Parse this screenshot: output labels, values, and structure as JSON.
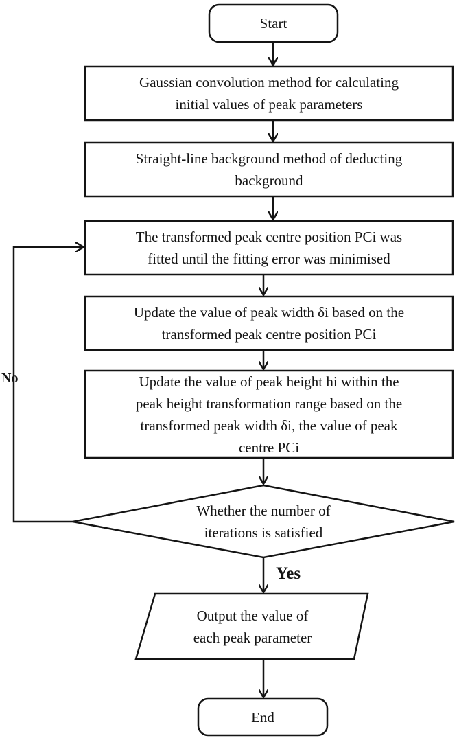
{
  "flowchart": {
    "start": "Start",
    "step1": "Gaussian convolution method for calculating\ninitial values of peak parameters",
    "step2": "Straight-line background method of deducting\nbackground",
    "step3": "The transformed peak centre position PCi was\nfitted until the fitting error was minimised",
    "step4": "Update the value of peak width δi based on the\ntransformed peak centre position PCi",
    "step5": "Update the value of peak height hi within the\npeak height transformation range based on the\ntransformed peak width δi, the value of peak\ncentre PCi",
    "decision": "Whether the number of\niterations is satisfied",
    "output": "Output the value of\neach peak parameter",
    "end": "End",
    "no_label": "No",
    "yes_label": "Yes"
  }
}
